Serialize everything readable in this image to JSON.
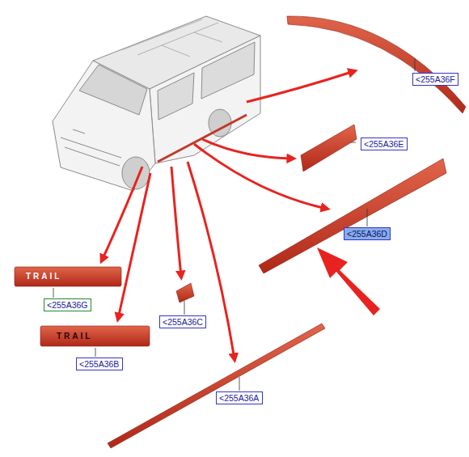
{
  "diagram": {
    "nodes": [
      {
        "text": [
          "<255A36F"
        ]
      },
      {
        "text": [
          "<255A36E"
        ]
      },
      {
        "text": [
          "<255A36D"
        ]
      },
      {
        "text": [
          "<255A36G"
        ]
      },
      {
        "text": [
          "<255A36C"
        ]
      },
      {
        "text": [
          "<255A36B"
        ]
      },
      {
        "text": [
          "<255A36A"
        ]
      }
    ],
    "labels": [
      "TRAIL",
      "TRAIL"
    ]
  }
}
